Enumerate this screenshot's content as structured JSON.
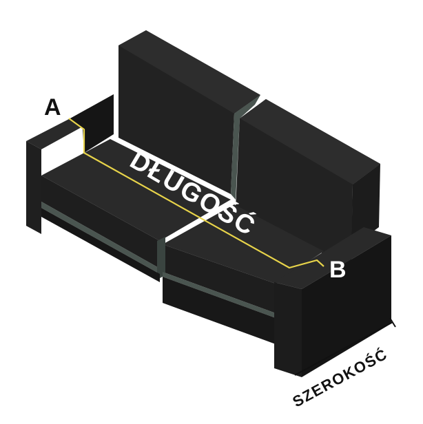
{
  "labels": {
    "point_a": "A",
    "point_b": "B",
    "length": "DŁUGOŚĆ",
    "width": "SZEROKOŚĆ"
  },
  "colors": {
    "sofa_dark": "#1a1a1a",
    "sofa_mid": "#262626",
    "sofa_top": "#2c2c2c",
    "sofa_shadow": "#111111",
    "seat_gap": "#4a5550",
    "measure_line": "#e8d44a",
    "text_white": "#ffffff",
    "text_black": "#111111"
  }
}
